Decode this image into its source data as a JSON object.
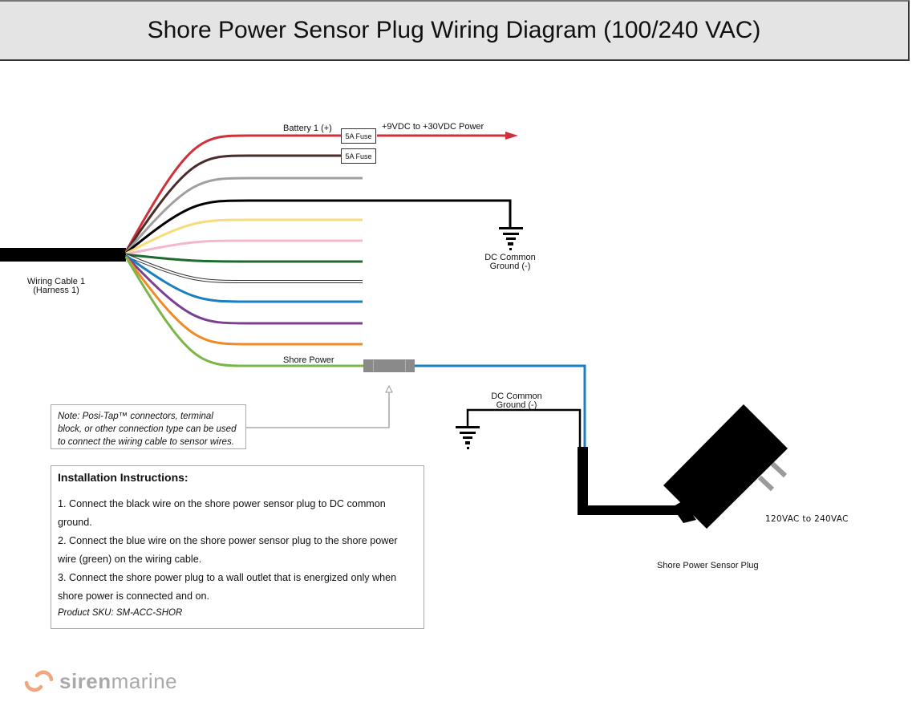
{
  "header": {
    "title": "Shore Power Sensor Plug Wiring Diagram (100/240 VAC)"
  },
  "cable": {
    "label_line1": "Wiring Cable 1",
    "label_line2": "(Harness 1)"
  },
  "wires": [
    {
      "name": "red",
      "color": "#d0303a",
      "label": "Battery 1 (+)"
    },
    {
      "name": "brown",
      "color": "#4a2c2a",
      "label": ""
    },
    {
      "name": "gray",
      "color": "#a0a0a0",
      "label": ""
    },
    {
      "name": "black",
      "color": "#000000",
      "label": ""
    },
    {
      "name": "yellow",
      "color": "#f9dc7a",
      "label": ""
    },
    {
      "name": "pink",
      "color": "#f3b8cc",
      "label": ""
    },
    {
      "name": "dark-green",
      "color": "#1f6a2f",
      "label": ""
    },
    {
      "name": "white",
      "color": "#ffffff",
      "label": ""
    },
    {
      "name": "blue",
      "color": "#1a7fc1",
      "label": ""
    },
    {
      "name": "purple",
      "color": "#7b3f92",
      "label": ""
    },
    {
      "name": "orange",
      "color": "#f08a24",
      "label": ""
    },
    {
      "name": "light-green",
      "color": "#7ab648",
      "label": "Shore Power"
    }
  ],
  "fuses": [
    {
      "label": "5A Fuse"
    },
    {
      "label": "5A Fuse"
    }
  ],
  "power_label": "+9VDC to +30VDC Power",
  "ground_top": {
    "line1": "DC Common",
    "line2": "Ground (-)"
  },
  "ground_bottom": {
    "line1": "DC Common",
    "line2": "Ground (-)"
  },
  "note": "Note: Posi-Tap™ connectors, terminal block, or other connection type can be used to connect the wiring cable to sensor wires.",
  "plug": {
    "voltage_label": "120VAC to 240VAC",
    "name_label": "Shore Power Sensor Plug"
  },
  "instructions": {
    "title": "Installation Instructions:",
    "steps": [
      "1. Connect the black wire on the shore power sensor plug to DC common ground.",
      "2. Connect the blue wire on the shore power sensor plug to the shore power wire (green) on the wiring cable.",
      "3. Connect the shore power plug to a wall outlet that is energized only when shore power is connected and on."
    ],
    "sku": "Product SKU: SM-ACC-SHOR"
  },
  "logo": {
    "bold": "siren",
    "light": "marine",
    "accent_color": "#f0a77f"
  },
  "colors": {
    "connector": "#8a8a8a",
    "blue_wire": "#1a7fc1",
    "plug_prong": "#9a9a9a"
  }
}
